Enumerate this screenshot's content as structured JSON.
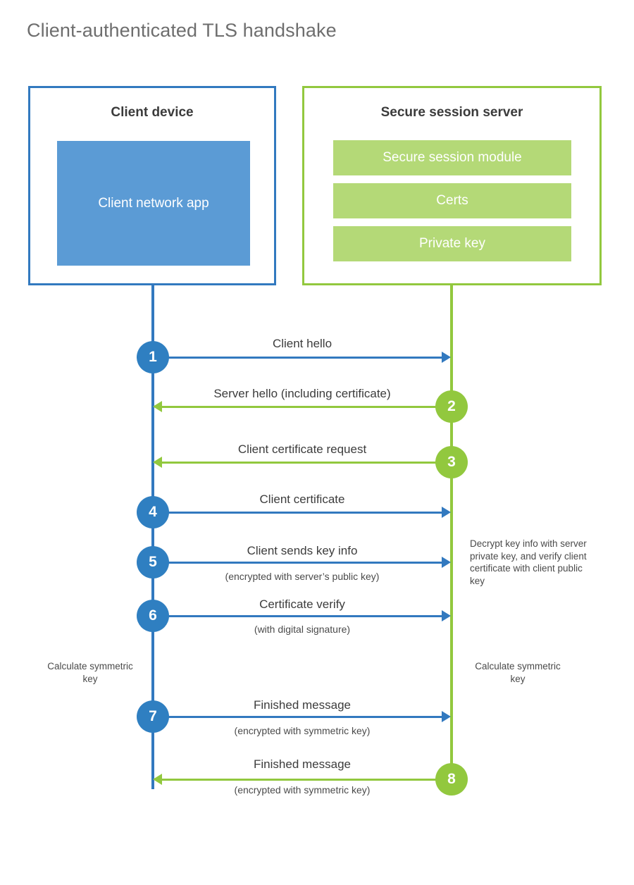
{
  "title": "Client-authenticated TLS handshake",
  "colors": {
    "client_blue": "#3279bf",
    "client_app_fill": "#5b9bd5",
    "server_green": "#92c83e",
    "server_module_fill": "#b4d977",
    "step_blue": "#2f7fc1",
    "text": "#3c3c3c",
    "title_gray": "#6e6e6e"
  },
  "client": {
    "title": "Client device",
    "app_label": "Client network app"
  },
  "server": {
    "title": "Secure session server",
    "modules": [
      {
        "label": "Secure session module"
      },
      {
        "label": "Certs"
      },
      {
        "label": "Private key"
      }
    ]
  },
  "steps": [
    {
      "number": "1",
      "label": "Client hello",
      "sub": "",
      "from": "client",
      "to": "server",
      "direction": "right",
      "color": "blue"
    },
    {
      "number": "2",
      "label": "Server hello (including certificate)",
      "sub": "",
      "from": "server",
      "to": "client",
      "direction": "left",
      "color": "green"
    },
    {
      "number": "3",
      "label": "Client certificate request",
      "sub": "",
      "from": "server",
      "to": "client",
      "direction": "left",
      "color": "green"
    },
    {
      "number": "4",
      "label": "Client certificate",
      "sub": "",
      "from": "client",
      "to": "server",
      "direction": "right",
      "color": "blue"
    },
    {
      "number": "5",
      "label": "Client sends key info",
      "sub": "(encrypted with server’s public key)",
      "from": "client",
      "to": "server",
      "direction": "right",
      "color": "blue"
    },
    {
      "number": "6",
      "label": "Certificate verify",
      "sub": "(with digital signature)",
      "from": "client",
      "to": "server",
      "direction": "right",
      "color": "blue"
    },
    {
      "number": "7",
      "label": "Finished message",
      "sub": "(encrypted with symmetric key)",
      "from": "client",
      "to": "server",
      "direction": "right",
      "color": "blue"
    },
    {
      "number": "8",
      "label": "Finished message",
      "sub": "(encrypted with symmetric key)",
      "from": "server",
      "to": "client",
      "direction": "left",
      "color": "green"
    }
  ],
  "annotations": {
    "server_decrypt_note": "Decrypt key info with server private key, and verify client certificate with client public key",
    "client_calculate_key": "Calculate symmetric key",
    "server_calculate_key": "Calculate symmetric key"
  }
}
